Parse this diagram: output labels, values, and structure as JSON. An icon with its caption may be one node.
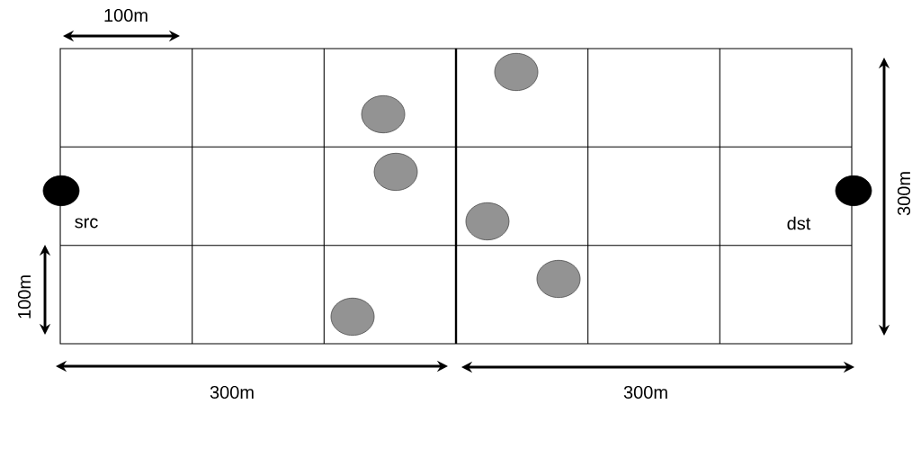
{
  "diagram": {
    "nodes": [
      {
        "text": [],
        "shape": "circle",
        "beside": [
          "src"
        ]
      },
      {
        "text": [],
        "shape": "circle"
      },
      {
        "text": [],
        "shape": "circle"
      },
      {
        "text": [],
        "shape": "circle"
      },
      {
        "text": [],
        "shape": "circle"
      },
      {
        "text": [],
        "shape": "circle"
      },
      {
        "text": [],
        "shape": "circle"
      },
      {
        "text": [],
        "shape": "circle",
        "beside": [
          "dst"
        ]
      }
    ],
    "labels": [
      "100m",
      "300m",
      "100m",
      "300m",
      "300m"
    ]
  }
}
